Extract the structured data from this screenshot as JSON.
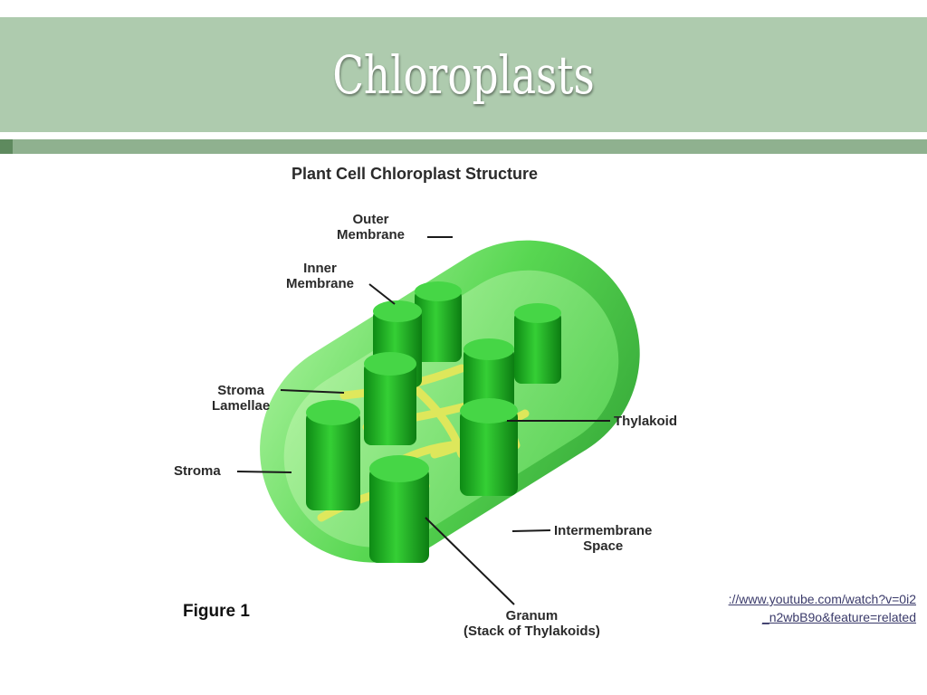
{
  "slide": {
    "title": "Chloroplasts",
    "link_line1": "://www.youtube.com/watch?v=0i2",
    "link_line2": "_n2wbB9o&feature=related"
  },
  "figure": {
    "title": "Plant Cell Chloroplast Structure",
    "figure_number": "Figure 1",
    "labels": {
      "outer_membrane": "Outer\nMembrane",
      "inner_membrane": "Inner\nMembrane",
      "stroma_lamellae": "Stroma\nLamellae",
      "stroma": "Stroma",
      "thylakoid": "Thylakoid",
      "intermembrane_space": "Intermembrane\nSpace",
      "granum": "Granum\n(Stack of Thylakoids)"
    }
  },
  "colors": {
    "title_band": "#aecbae",
    "rule_band": "#8fb18f",
    "chloroplast_green": "#3fcf3a",
    "granum_green": "#17a81a",
    "lamellae_yellow": "#e3e85a"
  }
}
